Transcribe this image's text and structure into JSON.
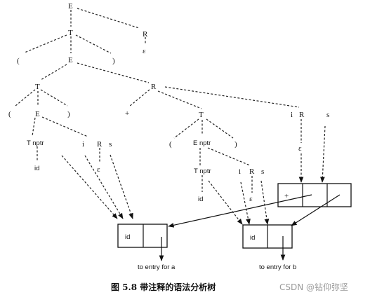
{
  "tree": {
    "E": "E",
    "T": "T",
    "R": "R",
    "eps": "ε",
    "lparen": "(",
    "rparen": ")",
    "plus": "+",
    "Enptr": "E nptr",
    "Tnptr": "T nptr",
    "i": "i",
    "s": "s",
    "id": "id"
  },
  "records": {
    "cell_id": "id",
    "plus": "+",
    "entry_a": "to entry for a",
    "entry_b": "to entry for b"
  },
  "caption": "图 5.8   带注释的语法分析树",
  "watermark": "CSDN @钻仰弥坚"
}
